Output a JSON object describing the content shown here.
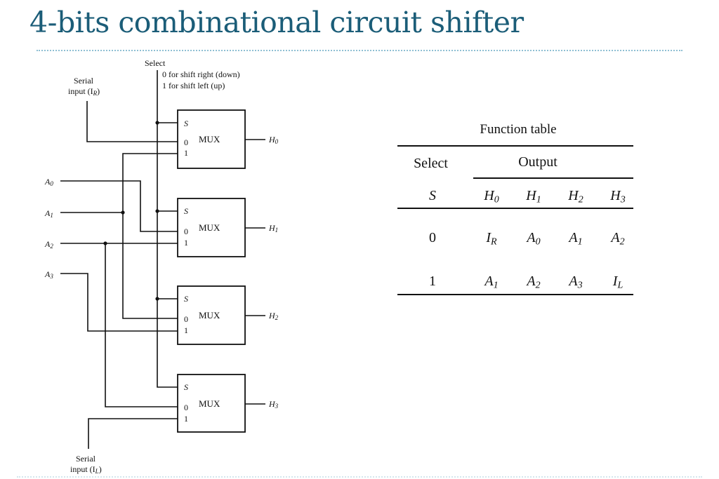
{
  "slide": {
    "title": "4-bits combinational circuit shifter",
    "accent_color": "#1b5d78"
  },
  "circuit": {
    "select_label": "Select",
    "select_note_0": "0 for shift right (down)",
    "select_note_1": "1 for shift left (up)",
    "serial_right_label_line1": "Serial",
    "serial_right_label_line2": "input (I",
    "serial_right_sub": "R",
    "serial_left_label_line1": "Serial",
    "serial_left_label_line2": "input (I",
    "serial_left_sub": "L",
    "inputs": [
      {
        "base": "A",
        "sub": "0"
      },
      {
        "base": "A",
        "sub": "1"
      },
      {
        "base": "A",
        "sub": "2"
      },
      {
        "base": "A",
        "sub": "3"
      }
    ],
    "muxes": [
      {
        "label": "MUX",
        "pin_s": "S",
        "pin_0": "0",
        "pin_1": "1",
        "output": {
          "base": "H",
          "sub": "0"
        }
      },
      {
        "label": "MUX",
        "pin_s": "S",
        "pin_0": "0",
        "pin_1": "1",
        "output": {
          "base": "H",
          "sub": "1"
        }
      },
      {
        "label": "MUX",
        "pin_s": "S",
        "pin_0": "0",
        "pin_1": "1",
        "output": {
          "base": "H",
          "sub": "2"
        }
      },
      {
        "label": "MUX",
        "pin_s": "S",
        "pin_0": "0",
        "pin_1": "1",
        "output": {
          "base": "H",
          "sub": "3"
        }
      }
    ]
  },
  "function_table": {
    "title": "Function table",
    "header_select": "Select",
    "header_output": "Output",
    "columns": [
      {
        "base": "S",
        "sub": ""
      },
      {
        "base": "H",
        "sub": "0"
      },
      {
        "base": "H",
        "sub": "1"
      },
      {
        "base": "H",
        "sub": "2"
      },
      {
        "base": "H",
        "sub": "3"
      }
    ],
    "rows": [
      [
        {
          "base": "0",
          "sub": ""
        },
        {
          "base": "I",
          "sub": "R"
        },
        {
          "base": "A",
          "sub": "0"
        },
        {
          "base": "A",
          "sub": "1"
        },
        {
          "base": "A",
          "sub": "2"
        }
      ],
      [
        {
          "base": "1",
          "sub": ""
        },
        {
          "base": "A",
          "sub": "1"
        },
        {
          "base": "A",
          "sub": "2"
        },
        {
          "base": "A",
          "sub": "3"
        },
        {
          "base": "I",
          "sub": "L"
        }
      ]
    ]
  }
}
